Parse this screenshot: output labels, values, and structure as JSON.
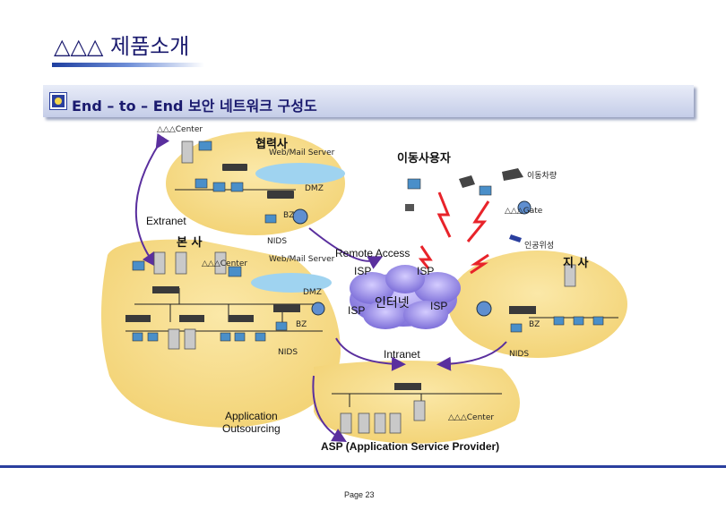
{
  "header": {
    "title": "△△△ 제품소개",
    "subtitle": "End – to – End 보안 네트워크 구성도"
  },
  "labels": {
    "center_top": "△△△Center",
    "partner": "협력사",
    "partner_web": "Web/Mail Server",
    "mobile_user": "이동사용자",
    "vehicle": "이동차량",
    "dmz_top": "DMZ",
    "bz_top": "BZ",
    "extranet": "Extranet",
    "gate": "△△△Gate",
    "hq": "본 사",
    "nids_top": "NIDS",
    "satellite": "인공위성",
    "remote_access": "Remote Access",
    "hq_center": "△△△Center",
    "hq_web": "Web/Mail Server",
    "branch": "지 사",
    "isp_1": "ISP",
    "isp_2": "ISP",
    "dmz_hq": "DMZ",
    "internet": "인터넷",
    "isp_3": "ISP",
    "isp_4": "ISP",
    "bz_hq": "BZ",
    "bz_branch": "BZ",
    "nids_hq": "NIDS",
    "intranet": "Intranet",
    "nids_branch": "NIDS",
    "app_outsourcing": "Application\nOutsourcing",
    "asp_center": "△△△Center",
    "asp": "ASP (Application Service Provider)"
  },
  "footer": {
    "page": "Page 23"
  },
  "colors": {
    "zone_fill": "#f7dd8a",
    "cloud": "#9a8ee6",
    "arc": "#5a2f9e",
    "bolt": "#e8232a",
    "ellipse": "#9fd3f0",
    "accent": "#2a3f9e"
  }
}
